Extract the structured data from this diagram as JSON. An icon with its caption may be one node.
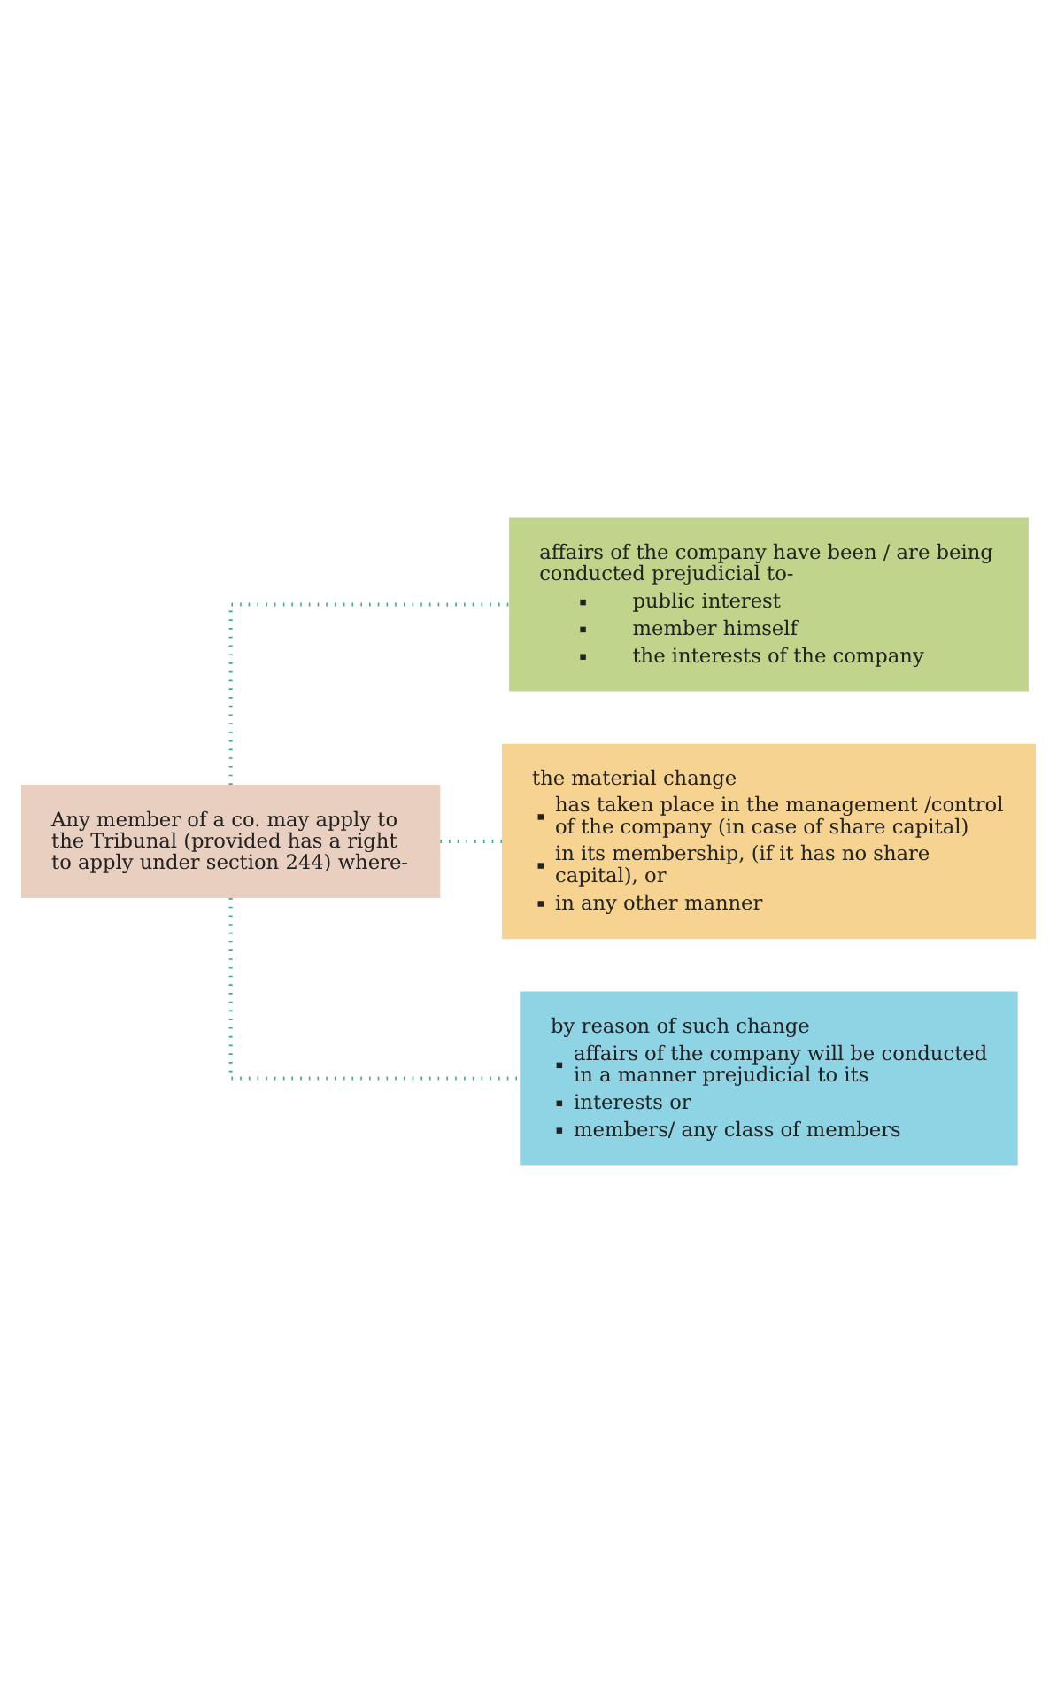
{
  "diagram": {
    "nodes": [
      {
        "text": [
          "Any member of a co. may apply to the Tribunal (provided has a right to apply under section 244) where-"
        ]
      },
      {
        "text": [
          "affairs of the company have been / are being conducted prejudicial to-",
          "public interest",
          "member himself",
          "the interests of the company"
        ]
      },
      {
        "text": [
          "the material change",
          "has taken place in the management /control of the company (in case of share capital)",
          "in its membership, (if it has no share capital), or",
          "in any other manner"
        ]
      },
      {
        "text": [
          "by reason of such change",
          "affairs of the company will be conducted in a manner prejudicial to its",
          "interests or",
          "members/ any class of members"
        ]
      }
    ],
    "edges": [
      {
        "from": 0,
        "to": 1,
        "arrow": "none"
      },
      {
        "from": 0,
        "to": 2,
        "arrow": "none"
      },
      {
        "from": 0,
        "to": 3,
        "arrow": "none"
      }
    ]
  }
}
